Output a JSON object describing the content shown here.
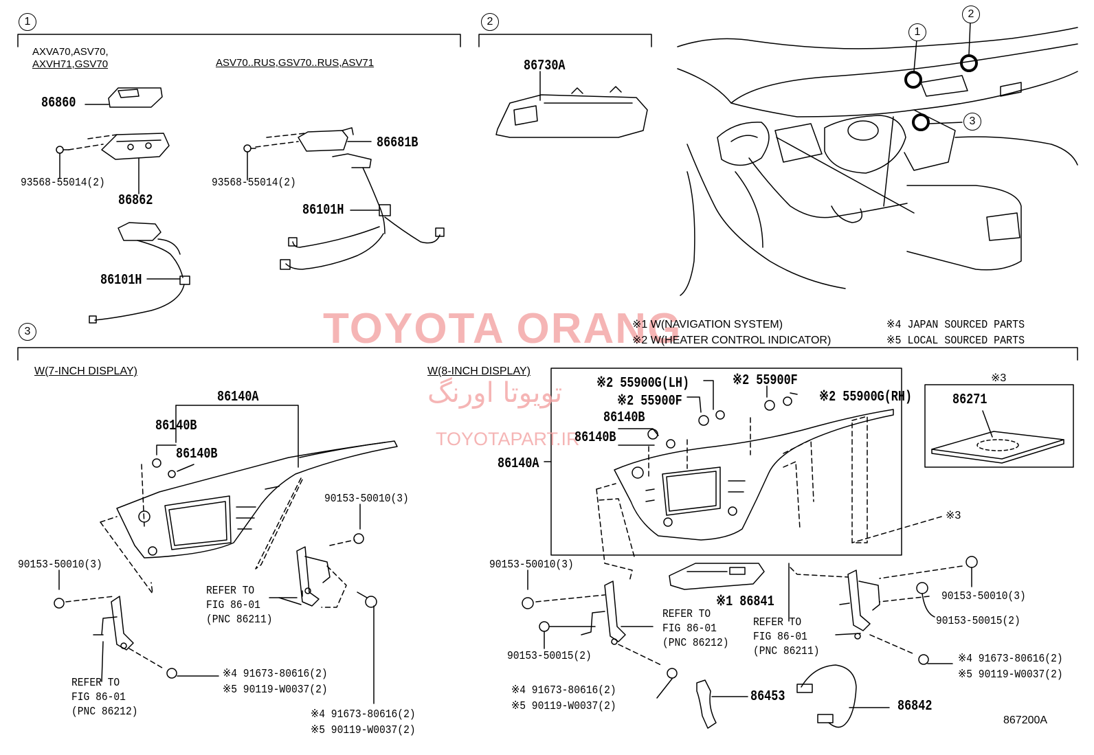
{
  "markers": {
    "one": "1",
    "two": "2",
    "three": "3"
  },
  "section1": {
    "model_left_line1": "AXVA70,ASV70,",
    "model_left_line2": "AXVH71,GSV70",
    "model_right": "ASV70..RUS,GSV70..RUS,ASV71",
    "p86860": "86860",
    "p86862": "86862",
    "p86681b": "86681B",
    "p86101h_a": "86101H",
    "p86101h_b": "86101H",
    "screw_left": "93568-55014(2)",
    "screw_right": "93568-55014(2)"
  },
  "section2": {
    "p86730a": "86730A"
  },
  "notes": {
    "n1": "※1 W(NAVIGATION SYSTEM)",
    "n2": "※2 W(HEATER CONTROL INDICATOR)",
    "n4": "※4 JAPAN SOURCED PARTS",
    "n5": "※5 LOCAL SOURCED PARTS"
  },
  "watermark": {
    "brand": "TOYOTA ORANG",
    "persian": "تویوتا اورنگ",
    "site": "TOYOTAPART.IR"
  },
  "section3_7inch": {
    "header": "W(7-INCH DISPLAY)",
    "p86140a": "86140A",
    "p86140b_1": "86140B",
    "p86140b_2": "86140B",
    "bolt_right": "90153-50010(3)",
    "bolt_left": "90153-50010(3)",
    "ref_right": "REFER TO\nFIG 86-01\n(PNC 86211)",
    "ref_left": "REFER TO\nFIG 86-01\n(PNC 86212)",
    "b4_bottom": "※4  91673-80616(2)",
    "b5_bottom": "※5  90119-W0037(2)",
    "b4_right": "※4  91673-80616(2)",
    "b5_right": "※5  90119-W0037(2)"
  },
  "section3_8inch": {
    "header": "W(8-INCH DISPLAY)",
    "p55900g_lh": "※2 55900G(LH)",
    "p55900f_top": "※2 55900F",
    "p55900f_mid": "※2 55900F",
    "p55900g_rh": "※2 55900G(RH)",
    "p86140b_1": "86140B",
    "p86140b_2": "86140B",
    "p86140a": "86140A",
    "s3_top": "※3",
    "p86271": "86271",
    "s3_mid": "※3",
    "p86841": "※1 86841",
    "bolt_left": "90153-50010(3)",
    "bolt_right": "90153-50010(3)",
    "bolt15_left": "90153-50015(2)",
    "bolt15_right": "90153-50015(2)",
    "ref_mid": "REFER TO\nFIG 86-01\n(PNC 86212)",
    "ref_right": "REFER TO\nFIG 86-01\n(PNC 86211)",
    "b4_left": "※4  91673-80616(2)",
    "b5_left": "※5  90119-W0037(2)",
    "b4_right": "※4  91673-80616(2)",
    "b5_right": "※5  90119-W0037(2)",
    "p86453": "86453",
    "p86842": "86842"
  },
  "figure_id": "867200A"
}
